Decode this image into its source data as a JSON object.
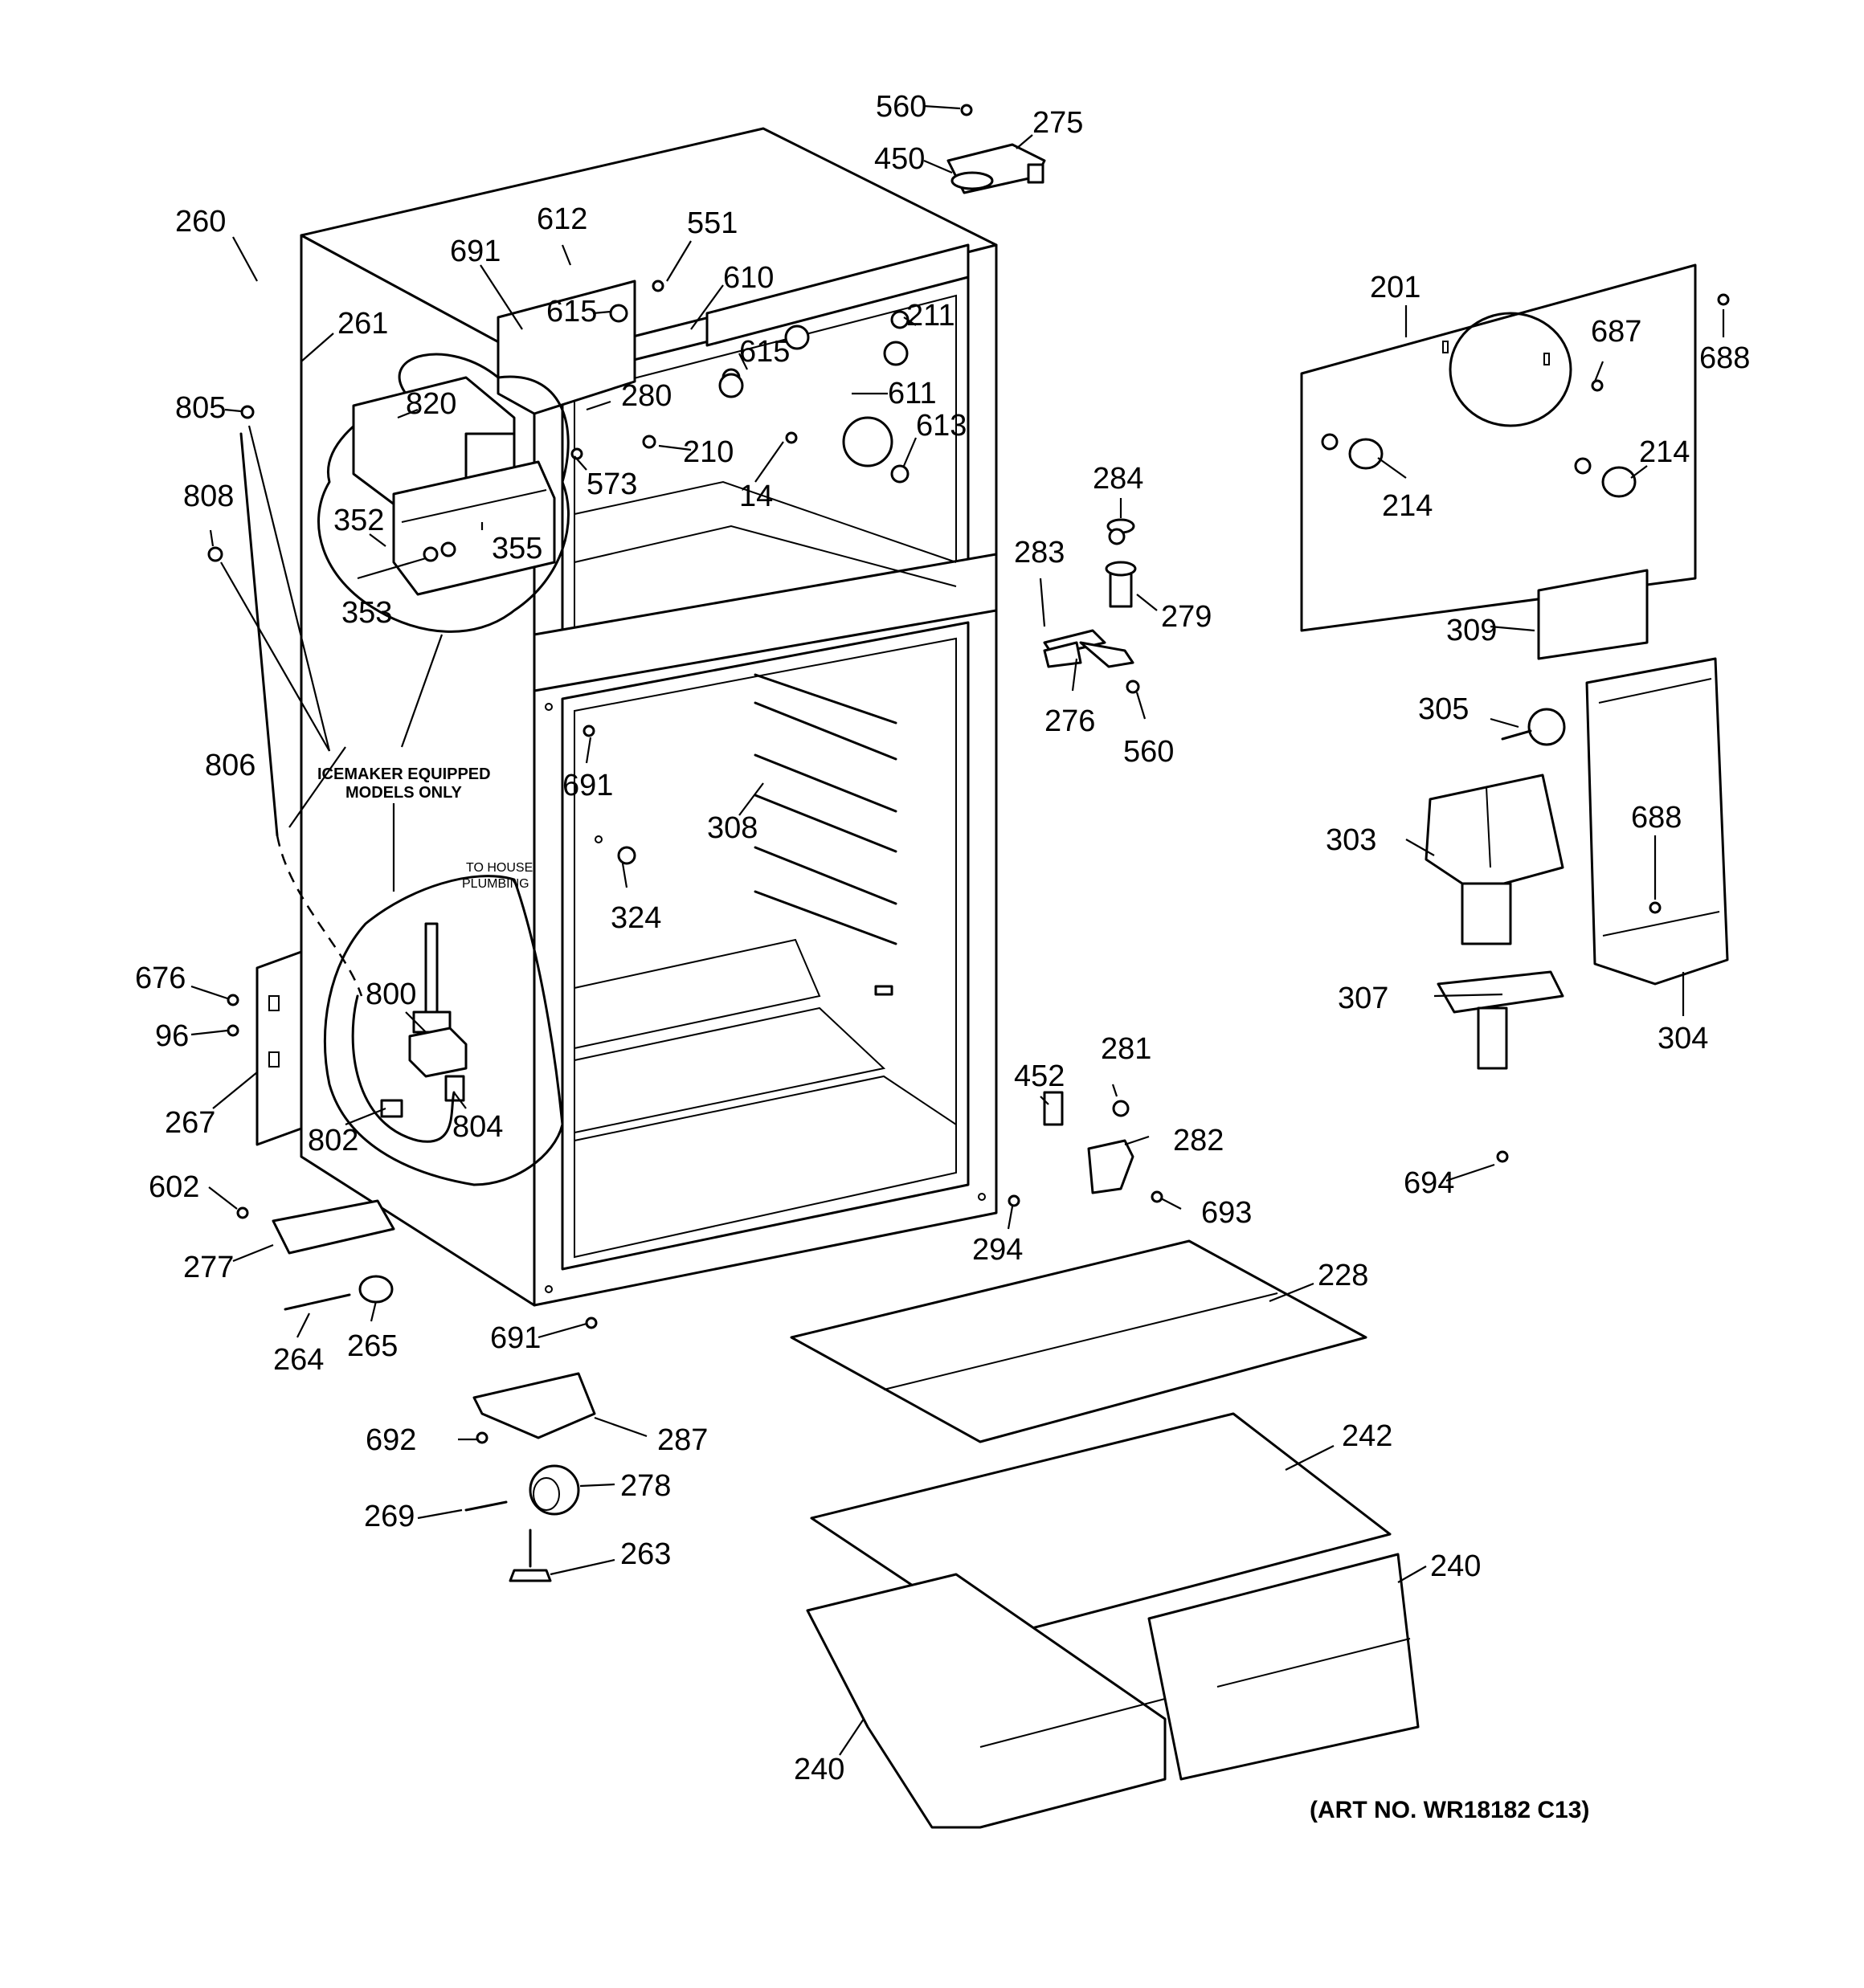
{
  "diagram": {
    "note_icemaker_line1": "ICEMAKER EQUIPPED",
    "note_icemaker_line2": "MODELS ONLY",
    "note_plumbing_line1": "TO HOUSE",
    "note_plumbing_line2": "PLUMBING",
    "art_number": "(ART NO. WR18182 C13)",
    "callouts": [
      {
        "id": "c560a",
        "label": "560"
      },
      {
        "id": "c275",
        "label": "275"
      },
      {
        "id": "c450",
        "label": "450"
      },
      {
        "id": "c260",
        "label": "260"
      },
      {
        "id": "c612",
        "label": "612"
      },
      {
        "id": "c551",
        "label": "551"
      },
      {
        "id": "c691a",
        "label": "691"
      },
      {
        "id": "c610",
        "label": "610"
      },
      {
        "id": "c615a",
        "label": "615"
      },
      {
        "id": "c211",
        "label": "211"
      },
      {
        "id": "c261",
        "label": "261"
      },
      {
        "id": "c615b",
        "label": "615"
      },
      {
        "id": "c611",
        "label": "611"
      },
      {
        "id": "c613",
        "label": "613"
      },
      {
        "id": "c805",
        "label": "805"
      },
      {
        "id": "c820",
        "label": "820"
      },
      {
        "id": "c280",
        "label": "280"
      },
      {
        "id": "c210",
        "label": "210"
      },
      {
        "id": "c573",
        "label": "573"
      },
      {
        "id": "c14",
        "label": "14"
      },
      {
        "id": "c808",
        "label": "808"
      },
      {
        "id": "c352",
        "label": "352"
      },
      {
        "id": "c355",
        "label": "355"
      },
      {
        "id": "c353",
        "label": "353"
      },
      {
        "id": "c806",
        "label": "806"
      },
      {
        "id": "c201",
        "label": "201"
      },
      {
        "id": "c687",
        "label": "687"
      },
      {
        "id": "c688a",
        "label": "688"
      },
      {
        "id": "c214a",
        "label": "214"
      },
      {
        "id": "c214b",
        "label": "214"
      },
      {
        "id": "c284",
        "label": "284"
      },
      {
        "id": "c283",
        "label": "283"
      },
      {
        "id": "c279",
        "label": "279"
      },
      {
        "id": "c276",
        "label": "276"
      },
      {
        "id": "c560b",
        "label": "560"
      },
      {
        "id": "c309",
        "label": "309"
      },
      {
        "id": "c305",
        "label": "305"
      },
      {
        "id": "c691b",
        "label": "691"
      },
      {
        "id": "c308",
        "label": "308"
      },
      {
        "id": "c303",
        "label": "303"
      },
      {
        "id": "c688b",
        "label": "688"
      },
      {
        "id": "c324",
        "label": "324"
      },
      {
        "id": "c307",
        "label": "307"
      },
      {
        "id": "c304",
        "label": "304"
      },
      {
        "id": "c676",
        "label": "676"
      },
      {
        "id": "c800",
        "label": "800"
      },
      {
        "id": "c96",
        "label": "96"
      },
      {
        "id": "c267",
        "label": "267"
      },
      {
        "id": "c802",
        "label": "802"
      },
      {
        "id": "c804",
        "label": "804"
      },
      {
        "id": "c452",
        "label": "452"
      },
      {
        "id": "c281",
        "label": "281"
      },
      {
        "id": "c282",
        "label": "282"
      },
      {
        "id": "c693",
        "label": "693"
      },
      {
        "id": "c694",
        "label": "694"
      },
      {
        "id": "c294",
        "label": "294"
      },
      {
        "id": "c602",
        "label": "602"
      },
      {
        "id": "c277",
        "label": "277"
      },
      {
        "id": "c228",
        "label": "228"
      },
      {
        "id": "c264",
        "label": "264"
      },
      {
        "id": "c265",
        "label": "265"
      },
      {
        "id": "c691c",
        "label": "691"
      },
      {
        "id": "c692",
        "label": "692"
      },
      {
        "id": "c287",
        "label": "287"
      },
      {
        "id": "c242",
        "label": "242"
      },
      {
        "id": "c278",
        "label": "278"
      },
      {
        "id": "c269",
        "label": "269"
      },
      {
        "id": "c263",
        "label": "263"
      },
      {
        "id": "c240a",
        "label": "240"
      },
      {
        "id": "c240b",
        "label": "240"
      }
    ]
  }
}
